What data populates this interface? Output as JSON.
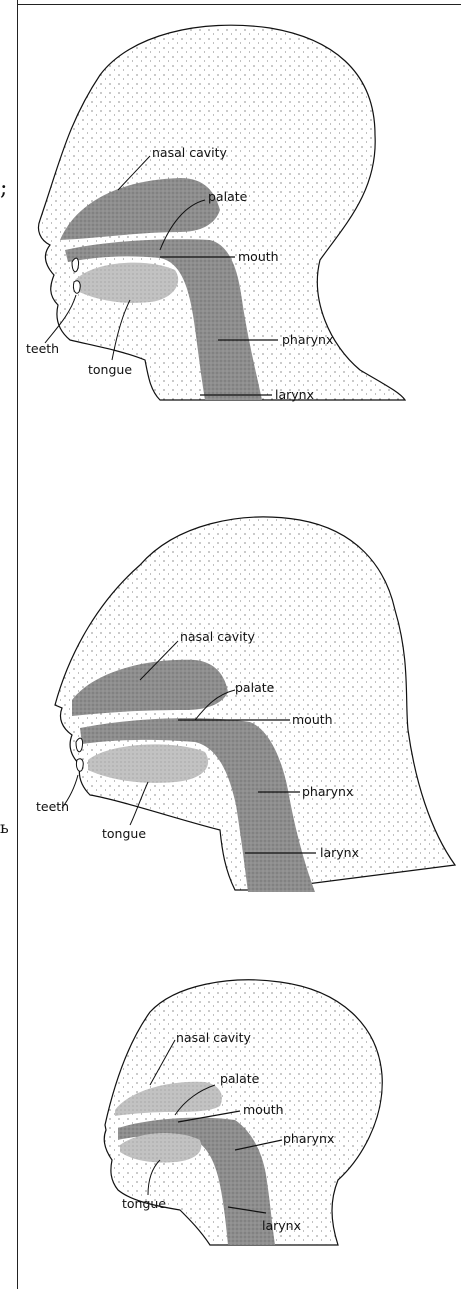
{
  "edge_marks": [
    ";",
    "ь"
  ],
  "figures": [
    {
      "id": "adult",
      "labels": {
        "nasal": "nasal cavity",
        "palate": "palate",
        "mouth": "mouth",
        "pharynx": "pharynx",
        "larynx": "larynx",
        "teeth": "teeth",
        "tongue": "tongue"
      }
    },
    {
      "id": "child",
      "labels": {
        "nasal": "nasal cavity",
        "palate": "palate",
        "mouth": "mouth",
        "pharynx": "pharynx",
        "larynx": "larynx",
        "teeth": "teeth",
        "tongue": "tongue"
      }
    },
    {
      "id": "infant",
      "labels": {
        "nasal": "nasal cavity",
        "palate": "palate",
        "mouth": "mouth",
        "pharynx": "pharynx",
        "larynx": "larynx",
        "tongue": "tongue"
      }
    }
  ],
  "colors": {
    "ink": "#111111",
    "tract": "#8a8a8a",
    "tract_light": "#b7b7b7"
  }
}
